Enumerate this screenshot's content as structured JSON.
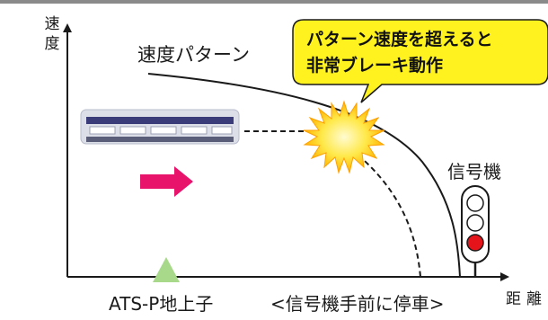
{
  "axes": {
    "y_label": "速\n度",
    "x_label": "距離"
  },
  "speed_pattern_label": "速度パターン",
  "callout": {
    "text": "パターン速度を超えると\n非常ブレーキ動作",
    "fill_color": "#fff21f"
  },
  "signal": {
    "label": "信号機",
    "lamps": [
      "off",
      "off",
      "red"
    ]
  },
  "ats_label": "ATS-P地上子",
  "stop_label": "<信号機手前に停車>",
  "colors": {
    "arrow": "#e8136b",
    "beacon": "#a8d98a",
    "signal_red": "#e5141b",
    "burst_outer": "#ffb400",
    "burst_inner": "#ffe94a",
    "train_body": "#dcdfe8",
    "train_stripe": "#3a3c7a"
  }
}
